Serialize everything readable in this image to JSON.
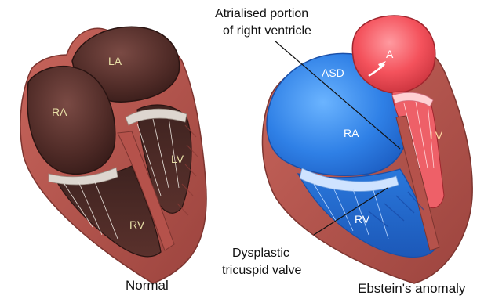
{
  "labels": {
    "normal": {
      "la": "LA",
      "ra": "RA",
      "lv": "LV",
      "rv": "RV"
    },
    "ebstein": {
      "asd": "ASD",
      "a": "A",
      "ra": "RA",
      "lv": "LV",
      "rv": "RV"
    }
  },
  "callouts": {
    "atrialised_line1": "Atrialised portion",
    "atrialised_line2": "of right ventricle",
    "dysplastic_line1": "Dysplastic",
    "dysplastic_line2": "tricuspid valve"
  },
  "captions": {
    "normal": "Normal",
    "ebstein": "Ebstein's anomaly"
  },
  "colors": {
    "muscle": "#b5524b",
    "muscle_dark": "#8a3a35",
    "normal_chamber": "#4a2824",
    "normal_chamber_light": "#6a3a34",
    "valve": "#d9d2cc",
    "ebstein_blue": "#2e7fe0",
    "ebstein_blue_light": "#5aa6ff",
    "ebstein_red": "#f0505a",
    "ebstein_red_light": "#ff8a90"
  }
}
